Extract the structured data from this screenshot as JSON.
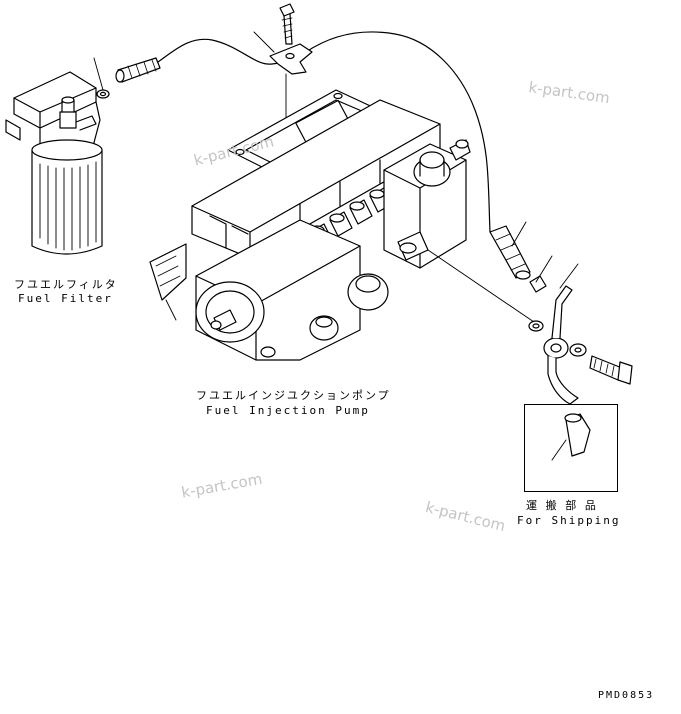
{
  "labels": {
    "fuel_filter_jp": "フユエルフィルタ",
    "fuel_filter_en": "Fuel Filter",
    "injection_pump_jp": "フユエルインジユクションポンプ",
    "injection_pump_en": "Fuel Injection Pump",
    "shipping_jp": "運 搬 部 品",
    "shipping_en": "For Shipping",
    "drawing_code": "PMD0853"
  },
  "watermarks": [
    "k-part.com",
    "k-part.com",
    "k-part.com",
    "k-part.com"
  ],
  "colors": {
    "line": "#000000",
    "watermark": "#c4c4c4",
    "background": "#ffffff"
  }
}
